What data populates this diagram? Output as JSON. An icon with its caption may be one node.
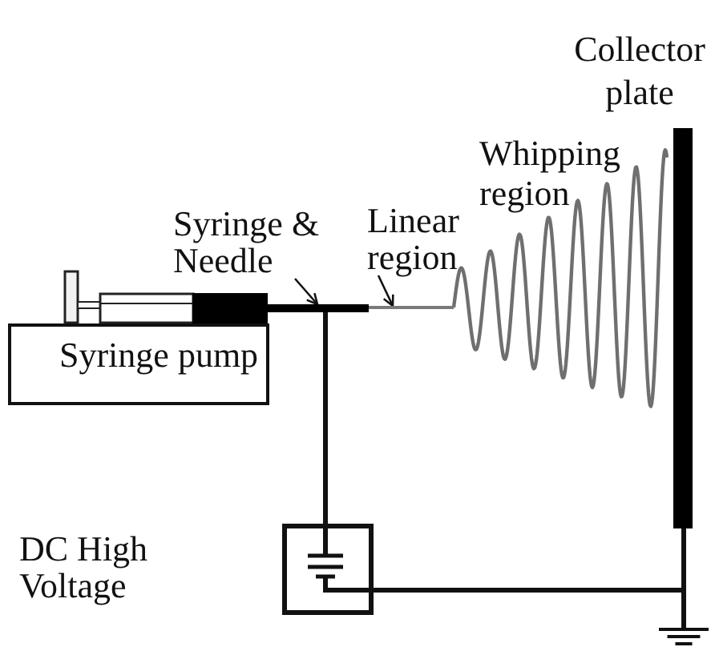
{
  "diagram": {
    "nodes": [
      {
        "text": [],
        "shape": "bar",
        "beside": [
          "Collector plate"
        ]
      },
      {
        "text": [
          "Syringe & Needle"
        ]
      },
      {
        "text": [],
        "shape": "line"
      },
      {
        "text": [
          "Linear region"
        ]
      },
      {
        "text": [],
        "shape": "line"
      },
      {
        "text": [
          "Whipping region"
        ]
      },
      {
        "text": [
          "Syringe pump"
        ]
      },
      {
        "text": [],
        "shape": "box",
        "beside": [
          "DC High Voltage"
        ]
      },
      {
        "text": [],
        "shape": "ground"
      }
    ],
    "edges": [
      {
        "from": 1,
        "to": 2,
        "arrow": "to"
      },
      {
        "from": 3,
        "to": 4,
        "arrow": "to"
      },
      {
        "from": 2,
        "to": 7,
        "arrow": "none"
      },
      {
        "from": 7,
        "to": 8,
        "arrow": "none"
      },
      {
        "from": 0,
        "to": 8,
        "arrow": "none"
      }
    ]
  }
}
